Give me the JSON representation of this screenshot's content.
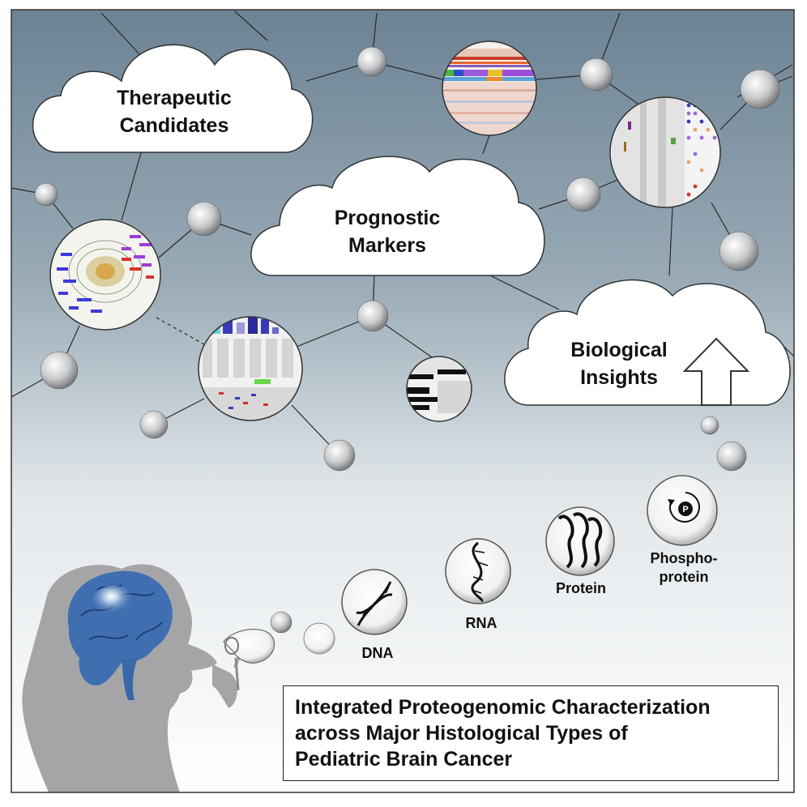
{
  "clouds": {
    "therapeutic": [
      "Therapeutic",
      "Candidates"
    ],
    "prognostic": [
      "Prognostic",
      "Markers"
    ],
    "biological": [
      "Biological",
      "Insights"
    ]
  },
  "omics": {
    "dna": "DNA",
    "rna": "RNA",
    "protein": "Protein",
    "phospho": [
      "Phospho-",
      "protein"
    ],
    "phospho_symbol": "P"
  },
  "title": {
    "lines": [
      "Integrated Proteogenomic Characterization",
      "across Major Histological Types of",
      "Pediatric Brain Cancer"
    ]
  },
  "colors": {
    "sky_top": "#6f8596",
    "sky_bottom": "#ffffff",
    "brain": "#3f6fb0",
    "silhouette": "#a5a5a8",
    "network_line": "#2a2a2a"
  }
}
